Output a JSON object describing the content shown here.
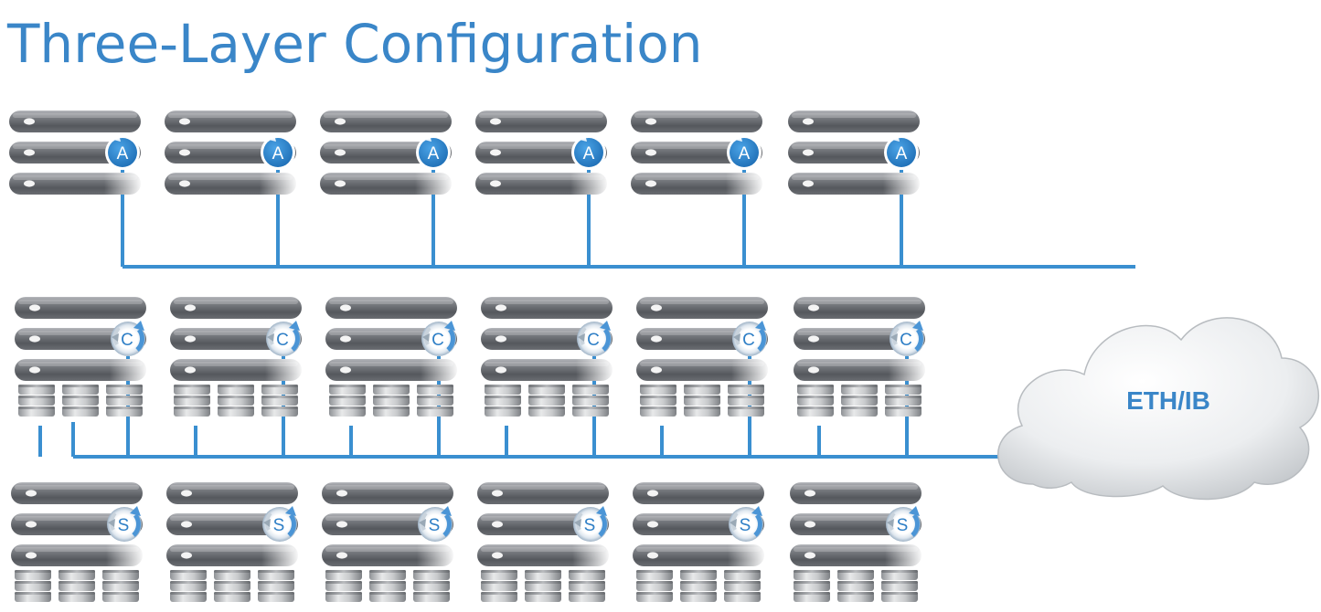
{
  "title": "Three-Layer Configuration",
  "colors": {
    "accent": "#3a86c8",
    "link": "#3a8fd0",
    "server_dark": "#4a4d52",
    "server_light": "#9a9ca0",
    "cloud": "#e6e8ea"
  },
  "layers": [
    {
      "id": "a",
      "label": "A",
      "count": 6,
      "disks": false,
      "badge_style": "solid",
      "icon": "server-stack-icon"
    },
    {
      "id": "c",
      "label": "C",
      "count": 6,
      "disks": true,
      "badge_style": "ring",
      "icon": "storage-server-icon"
    },
    {
      "id": "s",
      "label": "S",
      "count": 6,
      "disks": true,
      "badge_style": "ring",
      "icon": "storage-server-icon"
    }
  ],
  "network": {
    "label": "ETH/IB",
    "icon": "cloud-icon"
  }
}
